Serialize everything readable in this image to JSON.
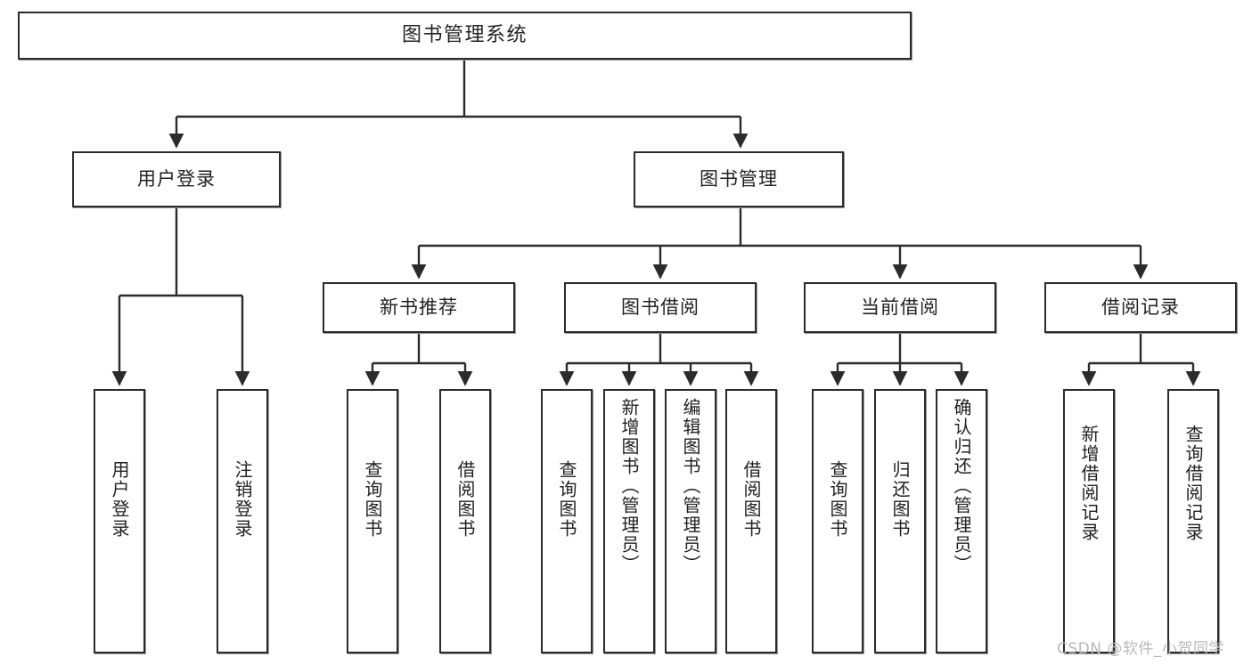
{
  "diagram": {
    "title": "图书管理系统",
    "type": "tree",
    "watermark": "CSDN @软件_小贺同学",
    "colors": {
      "node_border": "#2b2b2b",
      "node_fill": "#ffffff",
      "connector": "#2b2b2b",
      "text": "#222222",
      "watermark": "#b9b9b9"
    },
    "root": {
      "id": "root",
      "label": "图书管理系统"
    },
    "level2": [
      {
        "id": "user-login",
        "label": "用户登录"
      },
      {
        "id": "book-management",
        "label": "图书管理"
      }
    ],
    "level3": [
      {
        "id": "new-book-recommend",
        "label": "新书推荐",
        "parent": "book-management"
      },
      {
        "id": "book-borrow",
        "label": "图书借阅",
        "parent": "book-management"
      },
      {
        "id": "current-borrow",
        "label": "当前借阅",
        "parent": "book-management"
      },
      {
        "id": "borrow-record",
        "label": "借阅记录",
        "parent": "book-management"
      }
    ],
    "leaves": [
      {
        "id": "leaf-user-login",
        "label": "用户登录",
        "parent": "user-login"
      },
      {
        "id": "leaf-logout-login",
        "label": "注销登录",
        "parent": "user-login"
      },
      {
        "id": "leaf-query-book-1",
        "label": "查询图书",
        "parent": "new-book-recommend"
      },
      {
        "id": "leaf-borrow-book-1",
        "label": "借阅图书",
        "parent": "new-book-recommend"
      },
      {
        "id": "leaf-query-book-2",
        "label": "查询图书",
        "parent": "book-borrow"
      },
      {
        "id": "leaf-add-book",
        "label": "新增图书（管理员）",
        "parent": "book-borrow"
      },
      {
        "id": "leaf-edit-book",
        "label": "编辑图书（管理员）",
        "parent": "book-borrow"
      },
      {
        "id": "leaf-borrow-book-2",
        "label": "借阅图书",
        "parent": "book-borrow"
      },
      {
        "id": "leaf-query-book-3",
        "label": "查询图书",
        "parent": "current-borrow"
      },
      {
        "id": "leaf-return-book",
        "label": "归还图书",
        "parent": "current-borrow"
      },
      {
        "id": "leaf-confirm-return",
        "label": "确认归还（管理员）",
        "parent": "current-borrow"
      },
      {
        "id": "leaf-add-record",
        "label": "新增借阅记录",
        "parent": "borrow-record"
      },
      {
        "id": "leaf-query-record",
        "label": "查询借阅记录",
        "parent": "borrow-record"
      }
    ]
  }
}
